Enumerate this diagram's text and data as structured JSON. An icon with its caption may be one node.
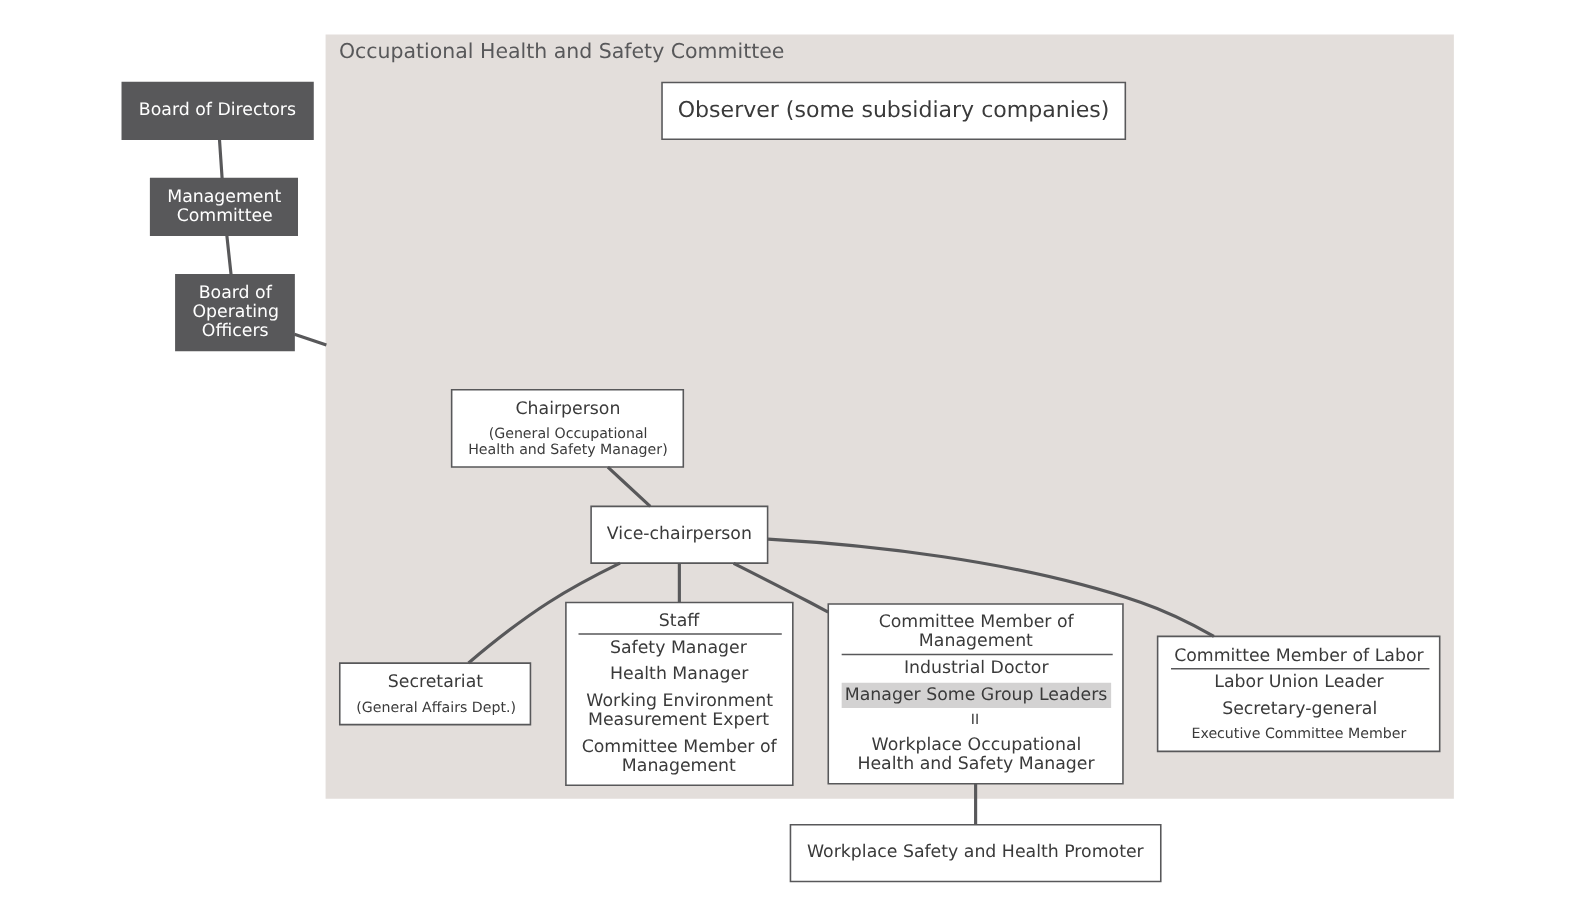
{
  "diagram": {
    "nodes": [
      {
        "text": [
          "Board of Directors"
        ]
      },
      {
        "text": [
          "Management Committee"
        ]
      },
      {
        "text": [
          "Board of Operating Officers"
        ]
      },
      {
        "text": [
          "Occupational Health and Safety Committee"
        ]
      },
      {
        "text": [
          "Chairperson",
          "(General Occupational Health and Safety Manager)"
        ],
        "in": 3
      },
      {
        "text": [
          "Vice-chairperson"
        ],
        "in": 3
      },
      {
        "text": [
          "Secretariat",
          "(General Affairs Dept.)"
        ],
        "in": 3
      },
      {
        "text": [
          "Staff",
          "Safety Manager",
          "Health Manager",
          "Working Environment Measurement Expert",
          "Committee Member of Management"
        ],
        "in": 3
      },
      {
        "text": [
          "Committee Member of Management",
          "Industrial Doctor",
          "Manager Some Group Leaders",
          "II",
          "Workplace Occupational Health and Safety Manager"
        ],
        "in": 3
      },
      {
        "text": [
          "Committee Member of Labor",
          "Labor Union Leader",
          "Secretary-general",
          "Executive Committee Member"
        ],
        "in": 3
      },
      {
        "text": [
          "Observer (some subsidiary companies)"
        ],
        "in": 3
      },
      {
        "text": [
          "Workplace Safety and Health Promoter"
        ]
      }
    ],
    "edges": [
      {
        "from": 0,
        "to": 1,
        "arrow": "none"
      },
      {
        "from": 1,
        "to": 2,
        "arrow": "none"
      },
      {
        "from": 2,
        "to": 3,
        "arrow": "none"
      },
      {
        "from": 4,
        "to": 5,
        "arrow": "none"
      },
      {
        "from": 5,
        "to": 6,
        "arrow": "none"
      },
      {
        "from": 5,
        "to": 7,
        "arrow": "none"
      },
      {
        "from": 5,
        "to": 8,
        "arrow": "none"
      },
      {
        "from": 5,
        "to": 9,
        "arrow": "none"
      },
      {
        "from": 8,
        "to": 11,
        "arrow": "none"
      }
    ]
  }
}
